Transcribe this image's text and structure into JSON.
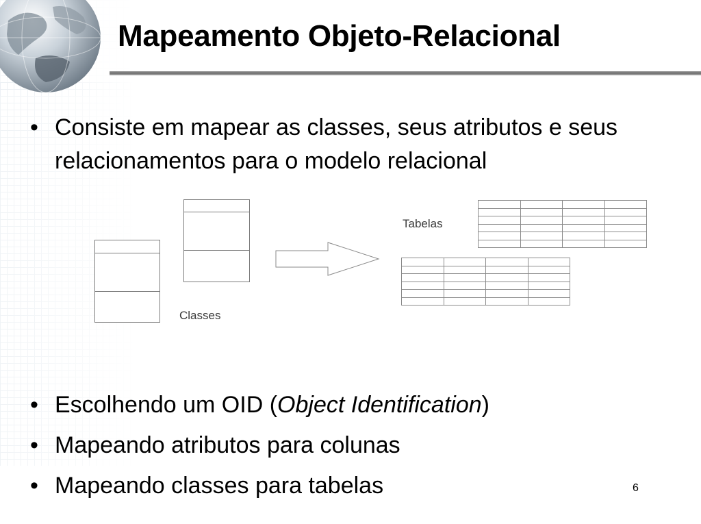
{
  "slide": {
    "title": "Mapeamento Objeto-Relacional",
    "number": "6"
  },
  "bullets_top": [
    "Consiste em mapear as classes, seus atributos e seus relacionamentos para o modelo relacional"
  ],
  "diagram": {
    "classes_label": "Classes",
    "tables_label": "Tabelas"
  },
  "bullets_bottom": {
    "item1_prefix": "Escolhendo um OID (",
    "item1_italic": "Object Identification",
    "item1_suffix": ")",
    "item2": "Mapeando atributos para colunas",
    "item3": "Mapeando classes para tabelas"
  },
  "colors": {
    "title_rule": "#7a7a7a",
    "diagram_lines": "#8a8a8a"
  }
}
